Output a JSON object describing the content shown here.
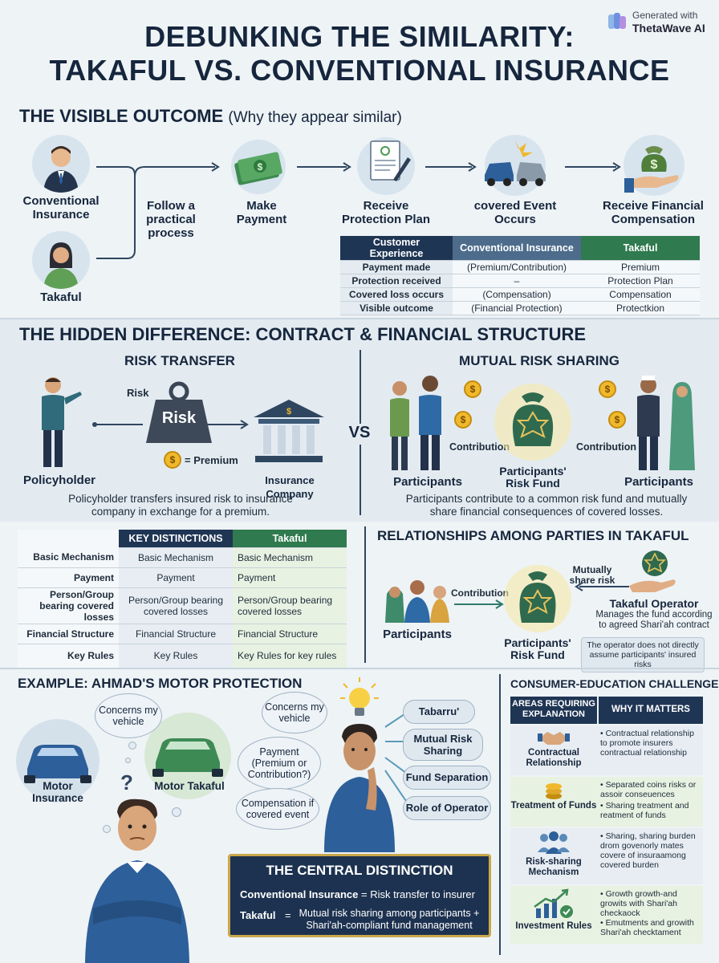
{
  "brand": {
    "line1": "Generated with",
    "line2": "ThetaWave AI"
  },
  "title": {
    "line1": "DEBUNKING THE SIMILARITY:",
    "line2": "TAKAFUL VS. CONVENTIONAL INSURANCE"
  },
  "visible": {
    "title": "THE VISIBLE OUTCOME",
    "subtitle": "(Why they appear similar)",
    "person1": "Conventional Insurance",
    "person2": "Takaful",
    "process": "Follow a practical process",
    "steps": [
      "Make Payment",
      "Receive Protection Plan",
      "covered Event Occurs",
      "Receive Financial Compensation"
    ],
    "table": {
      "headers": [
        "Customer Experience",
        "Conventional Insurance",
        "Takaful"
      ],
      "rows": [
        [
          "Payment made",
          "(Premium/Contribution)",
          "Premium"
        ],
        [
          "Protection received",
          "–",
          "Protection Plan"
        ],
        [
          "Covered loss occurs",
          "(Compensation)",
          "Compensation"
        ],
        [
          "Visible outcome",
          "(Financial Protection)",
          "Protectkion"
        ]
      ]
    }
  },
  "hidden": {
    "title": "THE HIDDEN DIFFERENCE: CONTRACT & FINANCIAL STRUCTURE",
    "left_title": "RISK TRANSFER",
    "risk_label": "Risk",
    "risk_weight": "Risk",
    "policyholder": "Policyholder",
    "premium": "= Premium",
    "company": "Insurance Company",
    "left_caption": "Policyholder transfers insured risk to insurance company in exchange for a premium.",
    "vs": "VS",
    "right_title": "MUTUAL RISK SHARING",
    "contribution": "Contribution",
    "participants": "Participants",
    "fund": "Participants' Risk Fund",
    "right_caption": "Participants contribute to a common risk fund and mutually share financial consequences of covered losses.",
    "coin": "$"
  },
  "distinctions": {
    "headers": [
      "",
      "KEY DISTINCTIONS",
      "Takaful"
    ],
    "rows": [
      [
        "Basic Mechanism",
        "Basic Mechanism",
        "Basic Mechanism"
      ],
      [
        "Payment",
        "Payment",
        "Payment"
      ],
      [
        "Person/Group bearing covered losses",
        "Person/Group bearing covered losses",
        "Person/Group bearing covered losses"
      ],
      [
        "Financial Structure",
        "Financial Structure",
        "Financial Structure"
      ],
      [
        "Key Rules",
        "Key Rules",
        "Key Rules for key rules"
      ]
    ]
  },
  "relationships": {
    "title": "RELATIONSHIPS AMONG PARTIES IN TAKAFUL",
    "participants": "Participants",
    "contribution": "Contribution",
    "fund": "Participants' Risk Fund",
    "share": "Mutually share risk",
    "operator": "Takaful Operator",
    "operator_desc": "Manages the fund according to agreed Shari'ah contract",
    "note": "The operator does not directly assume participants' insured risks"
  },
  "example": {
    "title": "EXAMPLE: AHMAD'S MOTOR PROTECTION",
    "car1": "Motor Insurance",
    "car2": "Motor Takaful",
    "thought1": "Concerns my vehicle",
    "q": "?",
    "thought2": "Concerns my vehicle",
    "thought3": "Payment (Premium or Contribution?)",
    "thought4": "Compensation if covered event",
    "pills": [
      "Tabarru'",
      "Mutual Risk Sharing",
      "Fund Separation",
      "Role of Operator"
    ],
    "central_title": "THE CENTRAL DISTINCTION",
    "central1a": "Conventional Insurance",
    "central1b": "= Risk transfer to insurer",
    "central2a": "Takaful",
    "central2b": "=",
    "central2c": "Mutual risk sharing among participants + Shari'ah-compliant fund management"
  },
  "education": {
    "title": "CONSUMER-EDUCATION CHALLENGE",
    "headers": [
      "AREAS REQUIRING EXPLANATION",
      "WHY IT MATTERS"
    ],
    "rows": [
      {
        "area": "Contractual Relationship",
        "bullets": [
          "Contractual relationship to promote insurers contractual relationship"
        ]
      },
      {
        "area": "Treatment of Funds",
        "bullets": [
          "Separated coins risks or assoir conseuences",
          "Sharing treatment and reatment of funds"
        ]
      },
      {
        "area": "Risk-sharing Mechanism",
        "bullets": [
          "Sharing, sharing burden drom govenorly mates covere of insuraamong covered burden"
        ]
      },
      {
        "area": "Investment Rules",
        "bullets": [
          "Growth growth-and growits with Shari'ah checkaock",
          "Emutments and growith Shari'ah checktament"
        ]
      }
    ]
  }
}
